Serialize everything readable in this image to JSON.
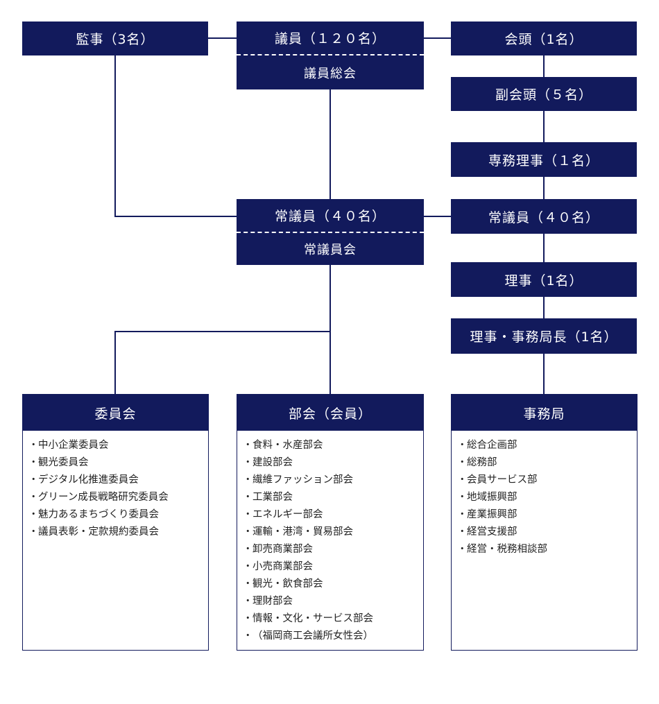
{
  "colors": {
    "box_fill": "#121a5c",
    "box_text": "#ffffff",
    "line": "#121a5c",
    "list_text": "#222222"
  },
  "auditors": "監事（3名）",
  "council": {
    "members": "議員（１２０名）",
    "assembly": "議員総会"
  },
  "standing": {
    "members": "常議員（４０名）",
    "assembly": "常議員会"
  },
  "executive_chain": [
    "会頭（1名）",
    "副会頭（５名）",
    "専務理事（１名）",
    "常議員（４０名）",
    "理事（1名）",
    "理事・事務局長（1名）"
  ],
  "bullet": "・",
  "committees": {
    "title": "委員会",
    "items": [
      "中小企業委員会",
      "観光委員会",
      "デジタル化推進委員会",
      "グリーン成長戦略研究委員会",
      "魅力あるまちづくり委員会",
      "議員表彰・定款規約委員会"
    ]
  },
  "divisions": {
    "title": "部会（会員）",
    "items": [
      "食料・水産部会",
      "建設部会",
      "繊維ファッション部会",
      "工業部会",
      "エネルギー部会",
      "運輸・港湾・貿易部会",
      "卸売商業部会",
      "小売商業部会",
      "観光・飲食部会",
      "理財部会",
      "情報・文化・サービス部会",
      "（福岡商工会議所女性会）"
    ]
  },
  "secretariat": {
    "title": "事務局",
    "items": [
      "総合企画部",
      "総務部",
      "会員サービス部",
      "地域振興部",
      "産業振興部",
      "経営支援部",
      "経営・税務相談部"
    ]
  }
}
